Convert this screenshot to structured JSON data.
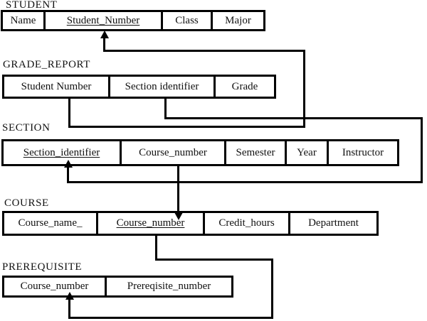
{
  "diagram": {
    "kind": "relational-schema-referential-integrity-diagram",
    "colors": {
      "line": "#000000",
      "background": "#ffffff",
      "text": "#111111"
    },
    "tables": [
      {
        "name": "STUDENT",
        "fields": [
          {
            "label": "Name",
            "underlined": false
          },
          {
            "label": "Student_Number",
            "underlined": true
          },
          {
            "label": "Class",
            "underlined": false
          },
          {
            "label": "Major",
            "underlined": false
          }
        ]
      },
      {
        "name": "GRADE_REPORT",
        "fields": [
          {
            "label": "Student Number",
            "underlined": false
          },
          {
            "label": "Section identifier",
            "underlined": false
          },
          {
            "label": "Grade",
            "underlined": false
          }
        ]
      },
      {
        "name": "SECTION",
        "fields": [
          {
            "label": "Section_identifier",
            "underlined": true
          },
          {
            "label": "Course_number",
            "underlined": false
          },
          {
            "label": "Semester",
            "underlined": false
          },
          {
            "label": "Year",
            "underlined": false
          },
          {
            "label": "Instructor",
            "underlined": false
          }
        ]
      },
      {
        "name": "COURSE",
        "fields": [
          {
            "label": "Course_name_",
            "underlined": false
          },
          {
            "label": "Course_number",
            "underlined": true
          },
          {
            "label": "Credit_hours",
            "underlined": false
          },
          {
            "label": "Department",
            "underlined": false
          }
        ]
      },
      {
        "name": "PREREQUISITE",
        "fields": [
          {
            "label": "Course_number",
            "underlined": false
          },
          {
            "label": "Prereqisite_number",
            "underlined": false
          }
        ]
      }
    ],
    "relationships": [
      {
        "from": "GRADE_REPORT.Student Number",
        "to": "STUDENT.Student_Number"
      },
      {
        "from": "GRADE_REPORT.Section identifier",
        "to": "SECTION.Section_identifier"
      },
      {
        "from": "SECTION.Course_number",
        "to": "COURSE.Course_number"
      },
      {
        "from": "COURSE.Course_number",
        "to": "PREREQUISITE.Course_number"
      }
    ]
  }
}
